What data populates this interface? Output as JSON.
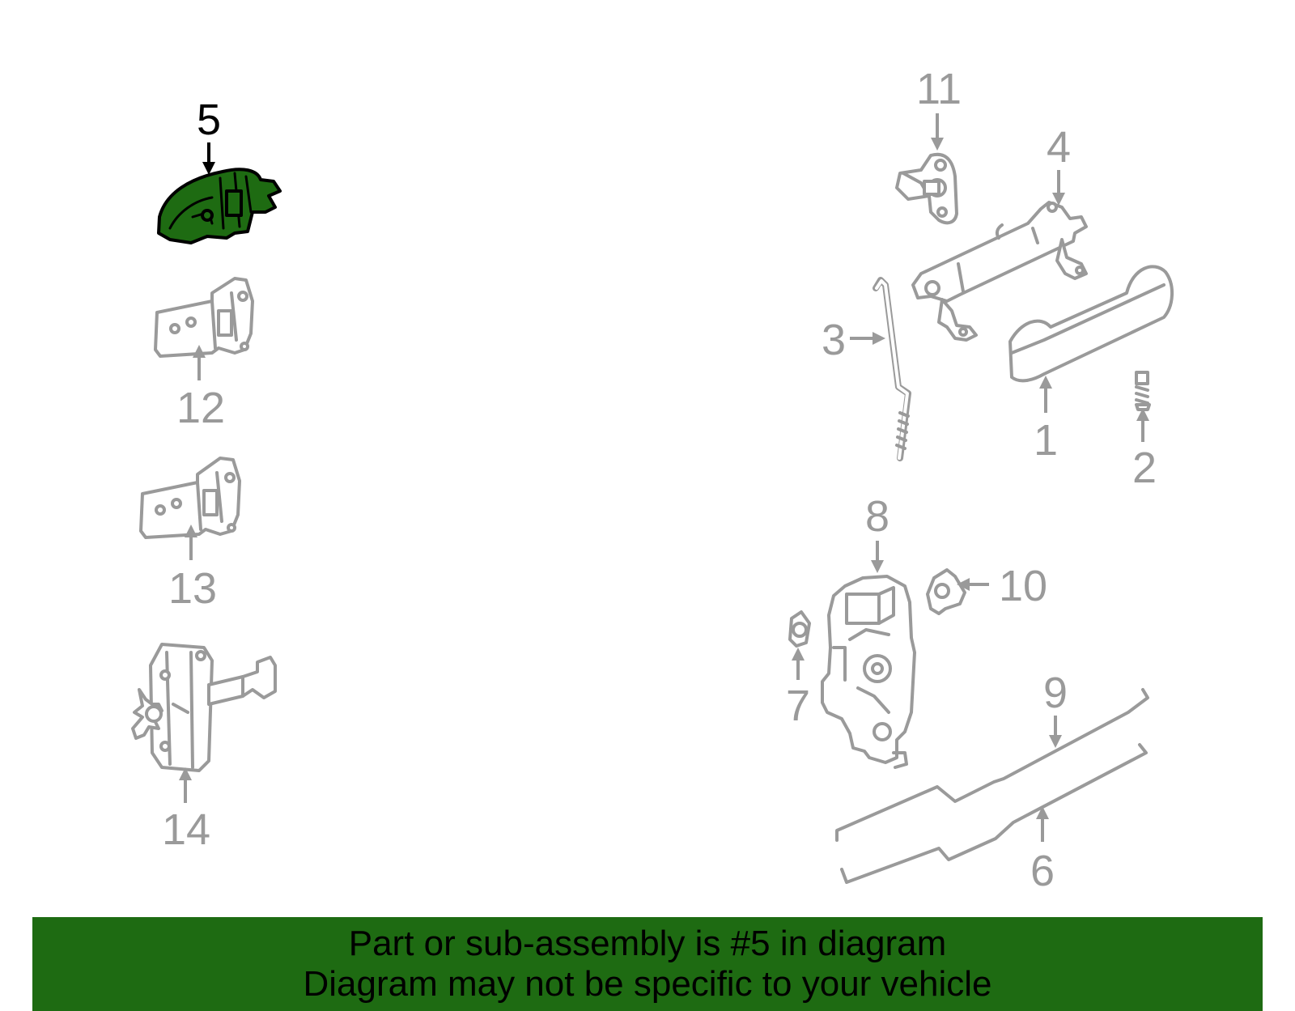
{
  "callouts": {
    "c1": "1",
    "c2": "2",
    "c3": "3",
    "c4": "4",
    "c5": "5",
    "c6": "6",
    "c7": "7",
    "c8": "8",
    "c9": "9",
    "c10": "10",
    "c11": "11",
    "c12": "12",
    "c13": "13",
    "c14": "14"
  },
  "highlight": {
    "part": "5",
    "color": "#1e6b12"
  },
  "banner": {
    "color": "#1e6b12",
    "line1": "Part or sub-assembly is #5 in diagram",
    "line2": "Diagram may not be specific to your vehicle"
  }
}
